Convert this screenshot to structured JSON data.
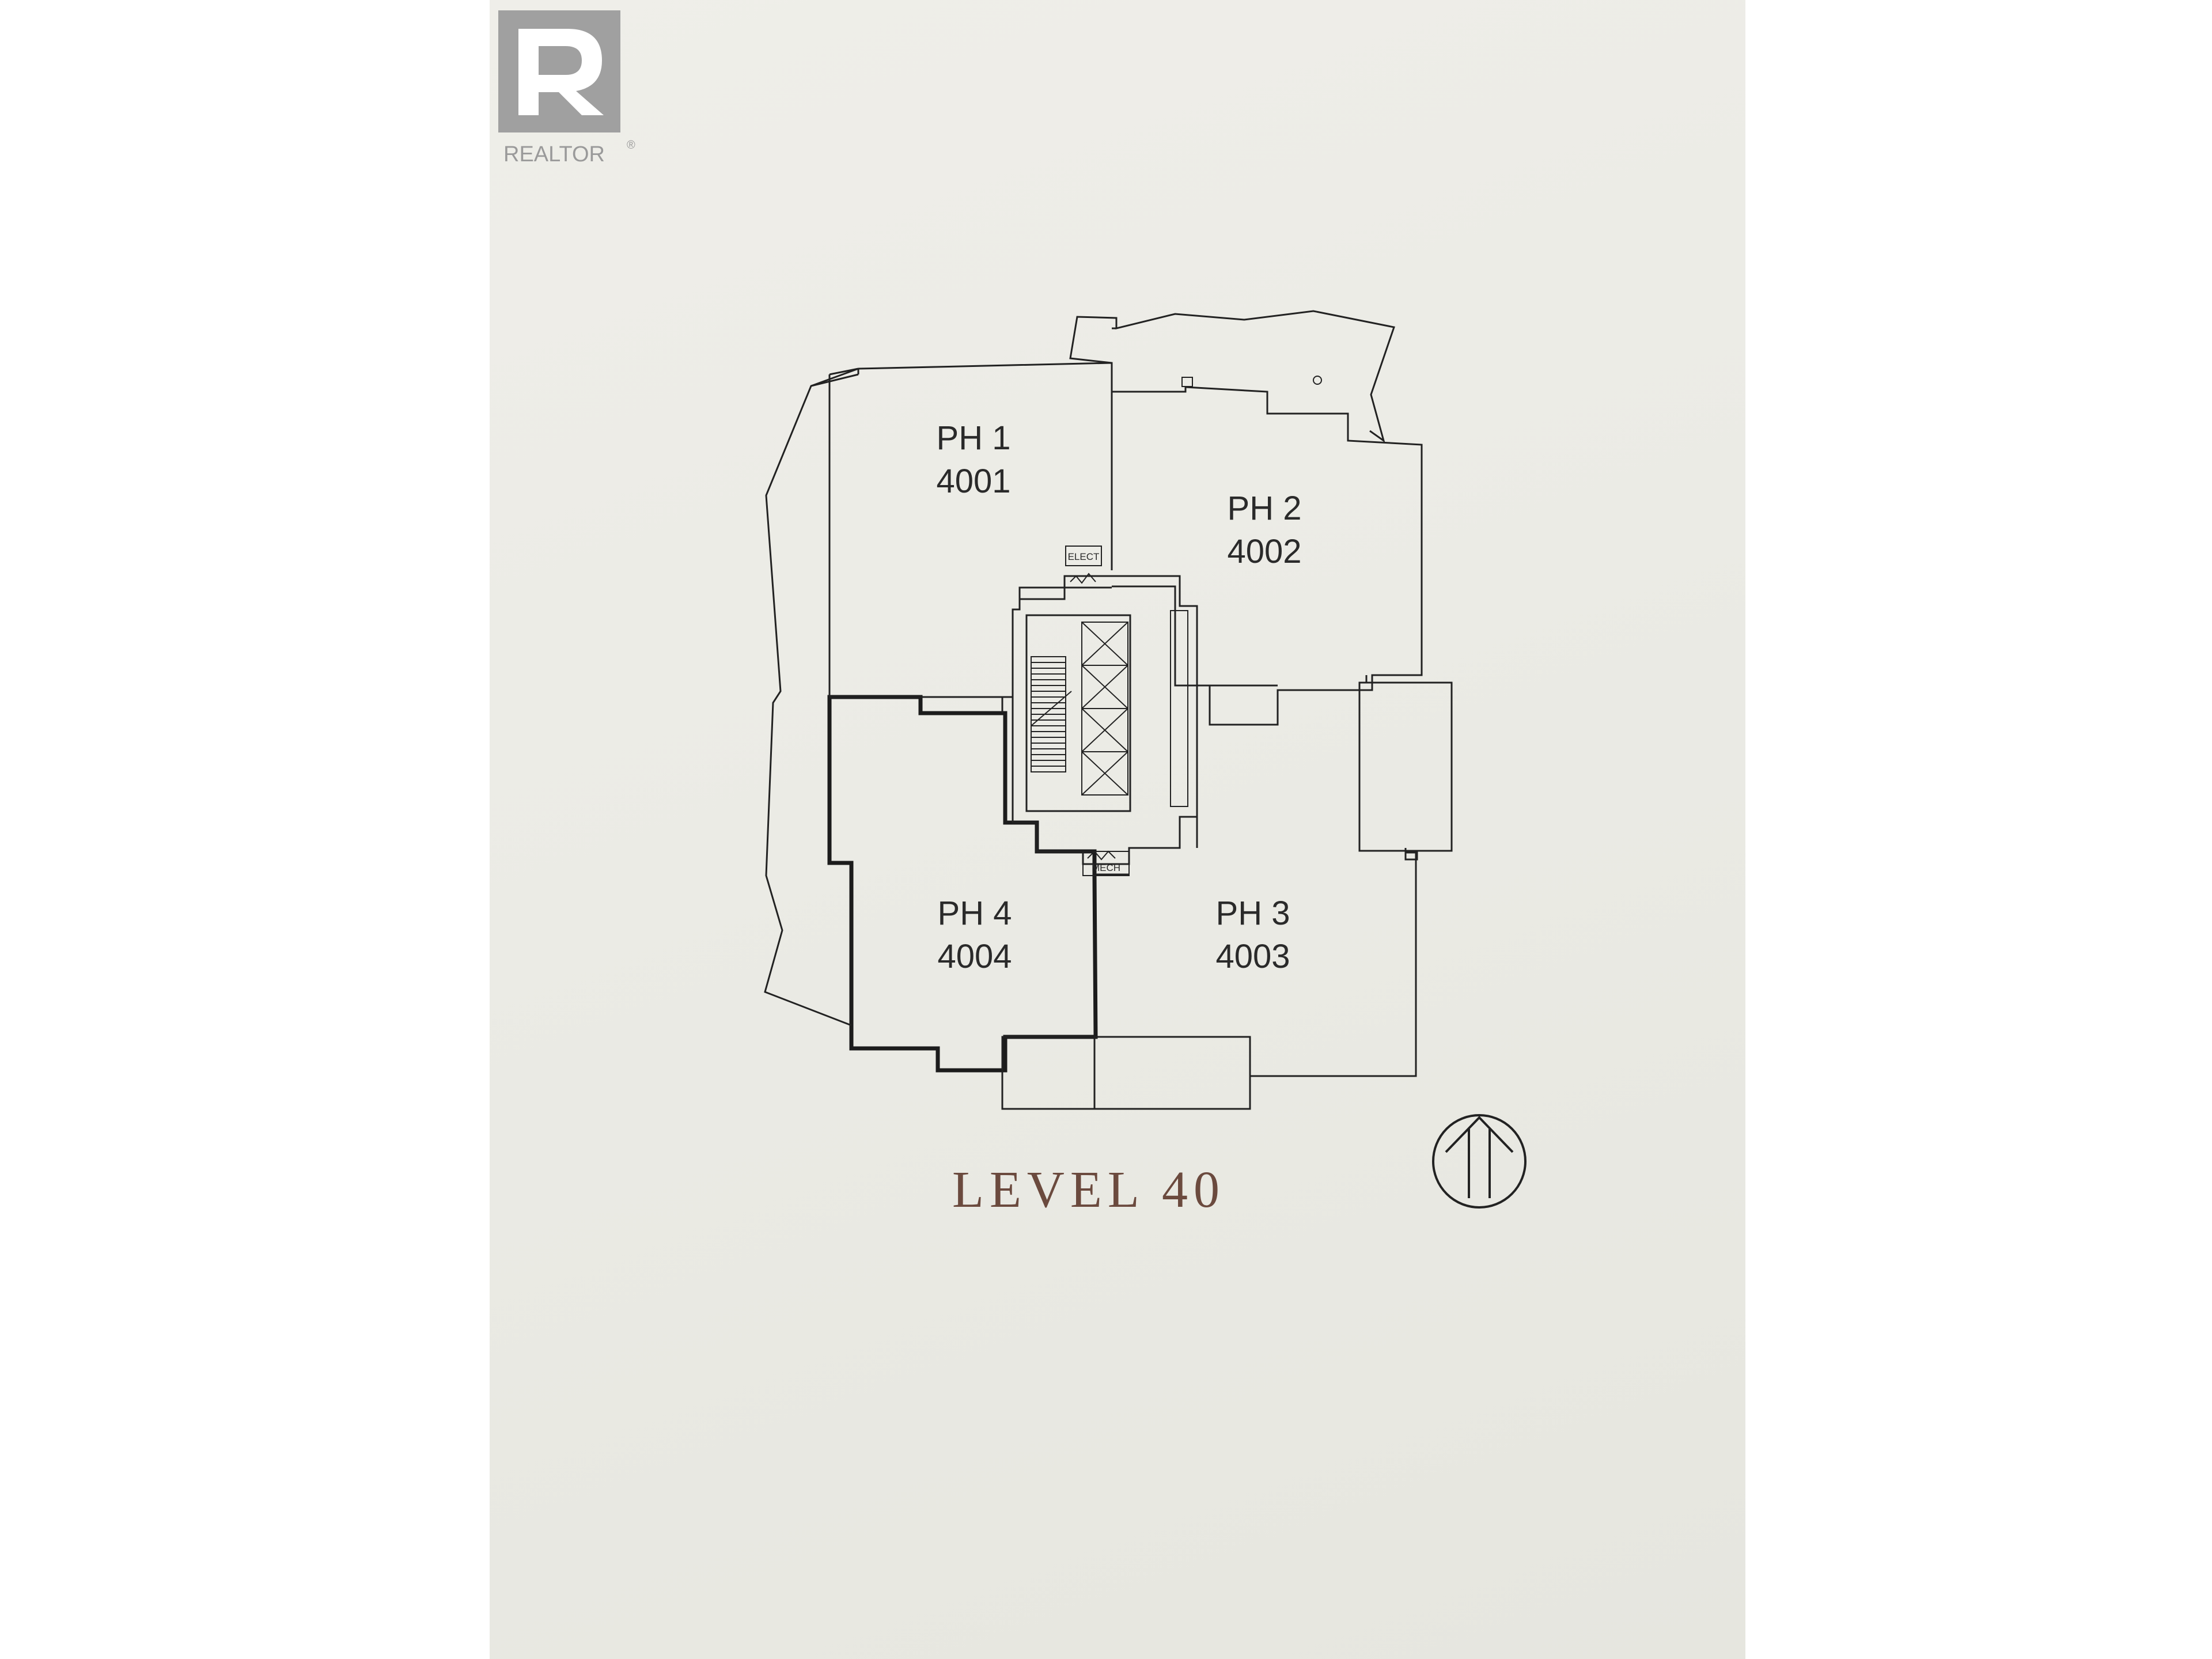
{
  "logo": {
    "mark_letter": "R",
    "wordmark": "REALTOR",
    "reg_symbol": "®",
    "color": "#9a9a9a"
  },
  "plan": {
    "level_title": "LEVEL 40",
    "title_color": "#6b4a3e",
    "highlight_color": "#d8cbbb",
    "units": [
      {
        "name": "PH 1",
        "number": "4001",
        "highlighted": false
      },
      {
        "name": "PH 2",
        "number": "4002",
        "highlighted": false
      },
      {
        "name": "PH 3",
        "number": "4003",
        "highlighted": false
      },
      {
        "name": "PH 4",
        "number": "4004",
        "highlighted": true
      }
    ],
    "core_labels": {
      "elect": "ELECT",
      "mech": "MECH"
    },
    "north_arrow_icon": "north-arrow-icon"
  }
}
